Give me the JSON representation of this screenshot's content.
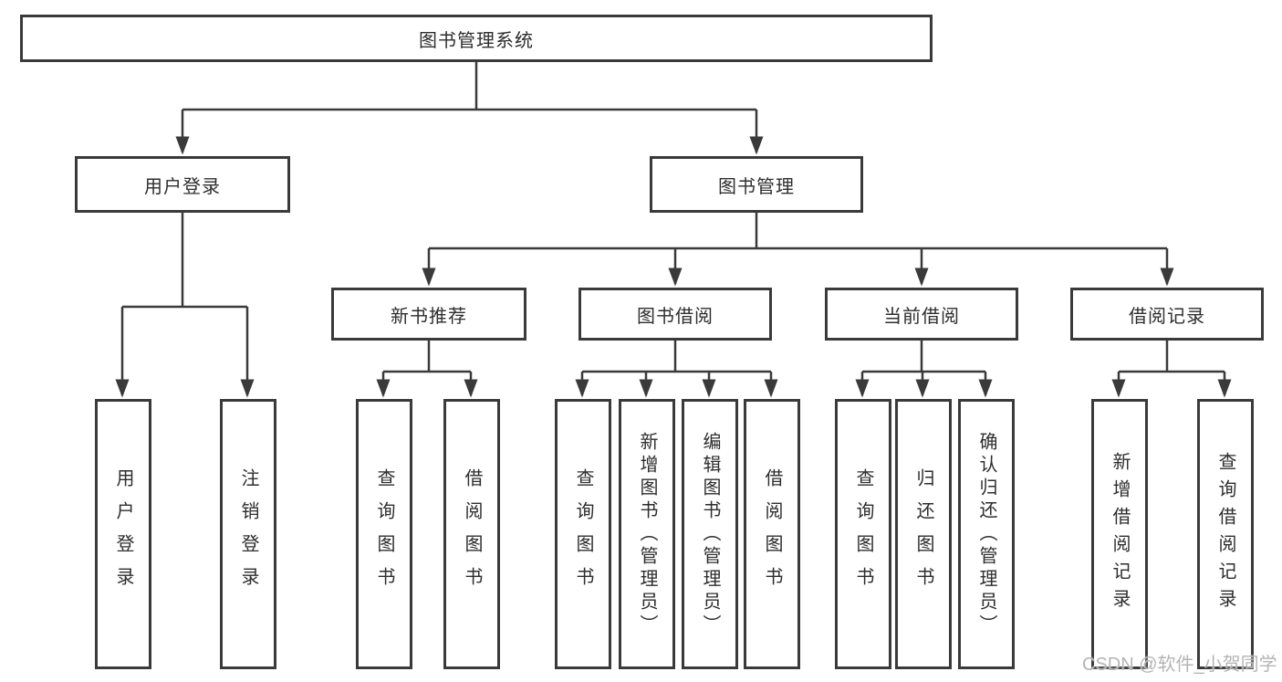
{
  "watermark": "CSDN @软件_小贺同学",
  "colors": {
    "line": "#3a3a3a",
    "text": "#2d2d2d",
    "watermark": "#b5b5b5"
  },
  "tree": {
    "root": {
      "label": "图书管理系统"
    },
    "branches": [
      {
        "label": "用户登录",
        "children": [
          {
            "label": "用户登录"
          },
          {
            "label": "注销登录"
          }
        ]
      },
      {
        "label": "图书管理",
        "children": [
          {
            "label": "新书推荐",
            "children": [
              {
                "label": "查询图书"
              },
              {
                "label": "借阅图书"
              }
            ]
          },
          {
            "label": "图书借阅",
            "children": [
              {
                "label": "查询图书"
              },
              {
                "label": "新增图书（管理员）"
              },
              {
                "label": "编辑图书（管理员）"
              },
              {
                "label": "借阅图书"
              }
            ]
          },
          {
            "label": "当前借阅",
            "children": [
              {
                "label": "查询图书"
              },
              {
                "label": "归还图书"
              },
              {
                "label": "确认归还（管理员）"
              }
            ]
          },
          {
            "label": "借阅记录",
            "children": [
              {
                "label": "新增借阅记录"
              },
              {
                "label": "查询借阅记录"
              }
            ]
          }
        ]
      }
    ]
  }
}
